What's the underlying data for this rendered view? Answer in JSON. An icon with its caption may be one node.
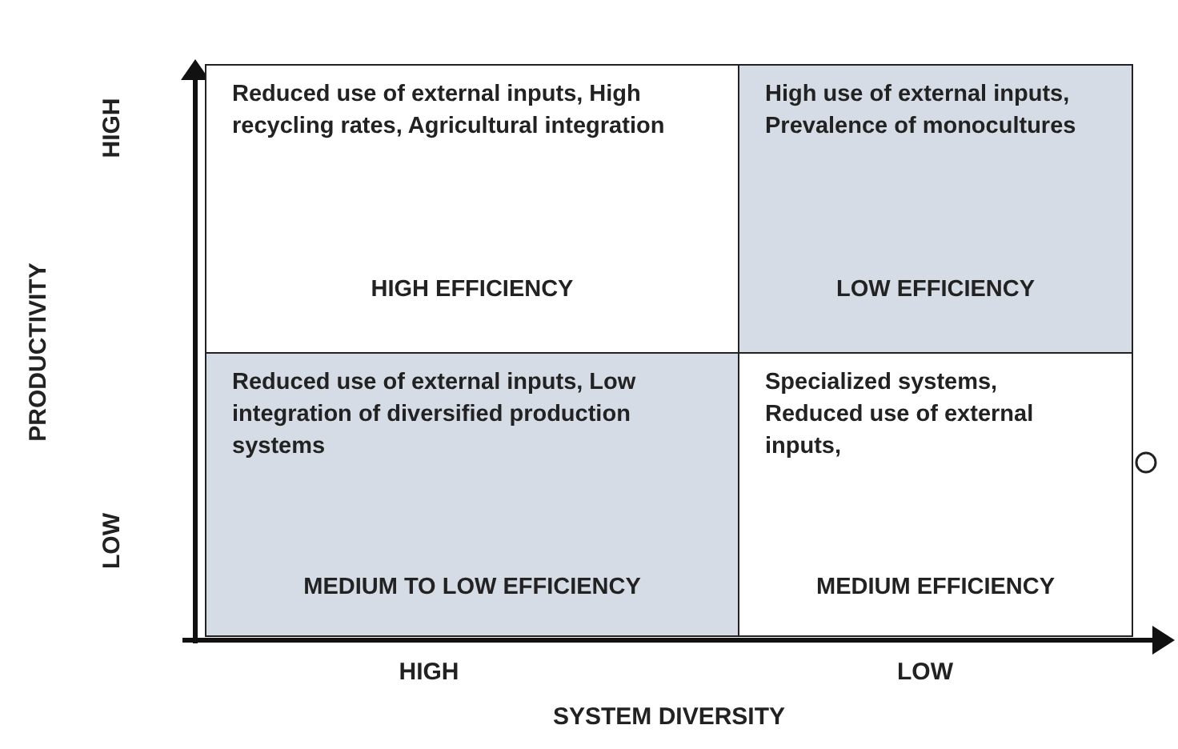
{
  "diagram": {
    "nodes": [
      {
        "text": [
          "Reduced use of external inputs, High recycling rates, Agricultural integration",
          "HIGH EFFICIENCY"
        ]
      },
      {
        "text": [
          "High use of external inputs, Prevalence of monocultures",
          "LOW EFFICIENCY"
        ]
      },
      {
        "text": [
          "Reduced use of external inputs, Low integration of diversified production systems",
          "MEDIUM TO LOW EFFICIENCY"
        ]
      },
      {
        "text": [
          "Specialized systems, Reduced use of external inputs,",
          "MEDIUM EFFICIENCY"
        ]
      }
    ],
    "edges": [],
    "labels": [
      "HIGH",
      "PRODUCTIVITY",
      "LOW",
      "HIGH",
      "LOW",
      "SYSTEM DIVERSITY"
    ]
  }
}
